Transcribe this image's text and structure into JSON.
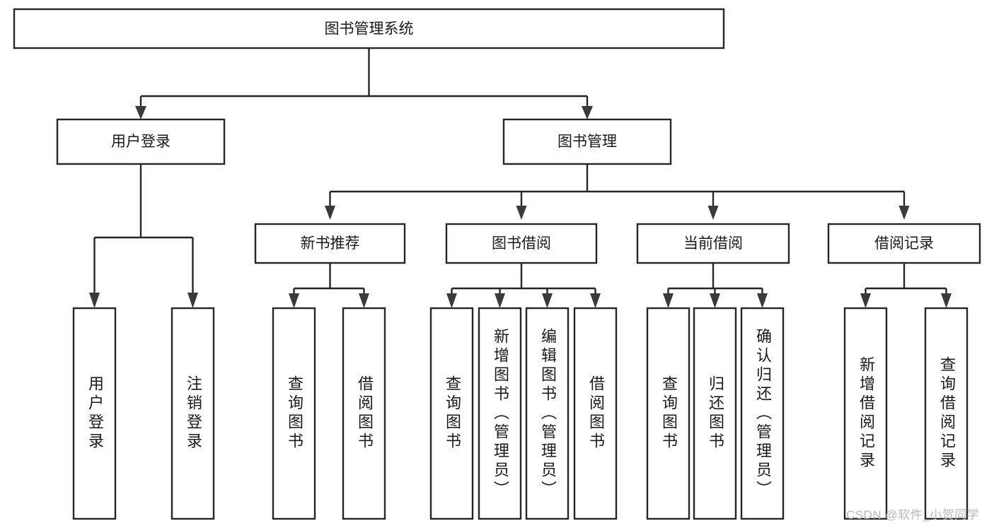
{
  "diagram": {
    "title": "图书管理系统",
    "type": "hierarchy-tree",
    "watermark": "CSDN @软件_小贺同学",
    "colors": {
      "background": "#ffffff",
      "stroke": "#262626",
      "text": "#1a1a1a",
      "watermark": "#b9b9b9"
    },
    "root": {
      "label": "图书管理系统"
    },
    "level2": [
      {
        "label": "用户登录"
      },
      {
        "label": "图书管理"
      }
    ],
    "level3": [
      {
        "label": "新书推荐"
      },
      {
        "label": "图书借阅"
      },
      {
        "label": "当前借阅"
      },
      {
        "label": "借阅记录"
      }
    ],
    "leaves": {
      "user_login": [
        {
          "label": "用户登录"
        },
        {
          "label": "注销登录"
        }
      ],
      "new_book_recommend": [
        {
          "label": "查询图书"
        },
        {
          "label": "借阅图书"
        }
      ],
      "book_borrow": [
        {
          "label": "查询图书"
        },
        {
          "label": "新增图书（管理员）"
        },
        {
          "label": "编辑图书（管理员）"
        },
        {
          "label": "借阅图书"
        }
      ],
      "current_borrow": [
        {
          "label": "查询图书"
        },
        {
          "label": "归还图书"
        },
        {
          "label": "确认归还（管理员）"
        }
      ],
      "borrow_record": [
        {
          "label": "新增借阅记录"
        },
        {
          "label": "查询借阅记录"
        }
      ]
    }
  }
}
